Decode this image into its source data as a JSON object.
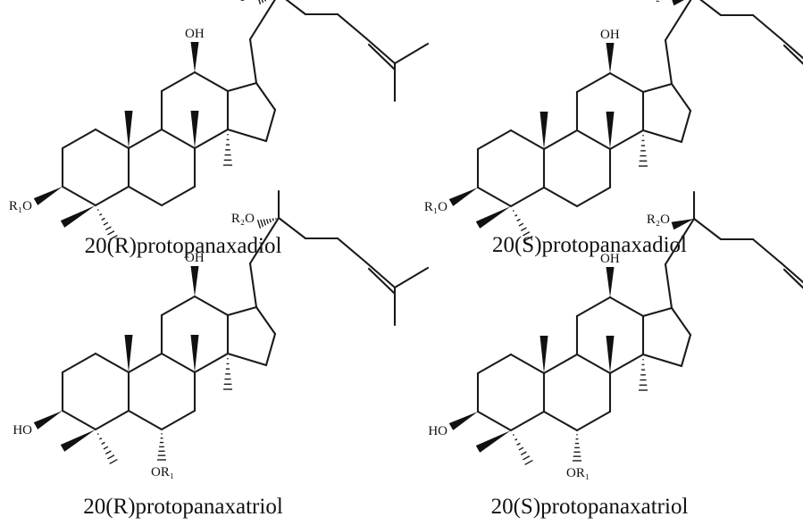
{
  "atom_labels": {
    "oh": "OH",
    "r2o": "R₂O",
    "r1o": "R₁O",
    "ho": "HO",
    "or1": "OR₁"
  },
  "structures": [
    {
      "name": "20(R)protopanaxadiol",
      "c3": "r1o",
      "c6_oxy": false,
      "c20": "R"
    },
    {
      "name": "20(S)protopanaxadiol",
      "c3": "r1o",
      "c6_oxy": false,
      "c20": "S"
    },
    {
      "name": "20(R)protopanaxatriol",
      "c3": "ho",
      "c6_oxy": true,
      "c20": "R"
    },
    {
      "name": "20(S)protopanaxatriol",
      "c3": "ho",
      "c6_oxy": true,
      "c20": "S"
    }
  ]
}
